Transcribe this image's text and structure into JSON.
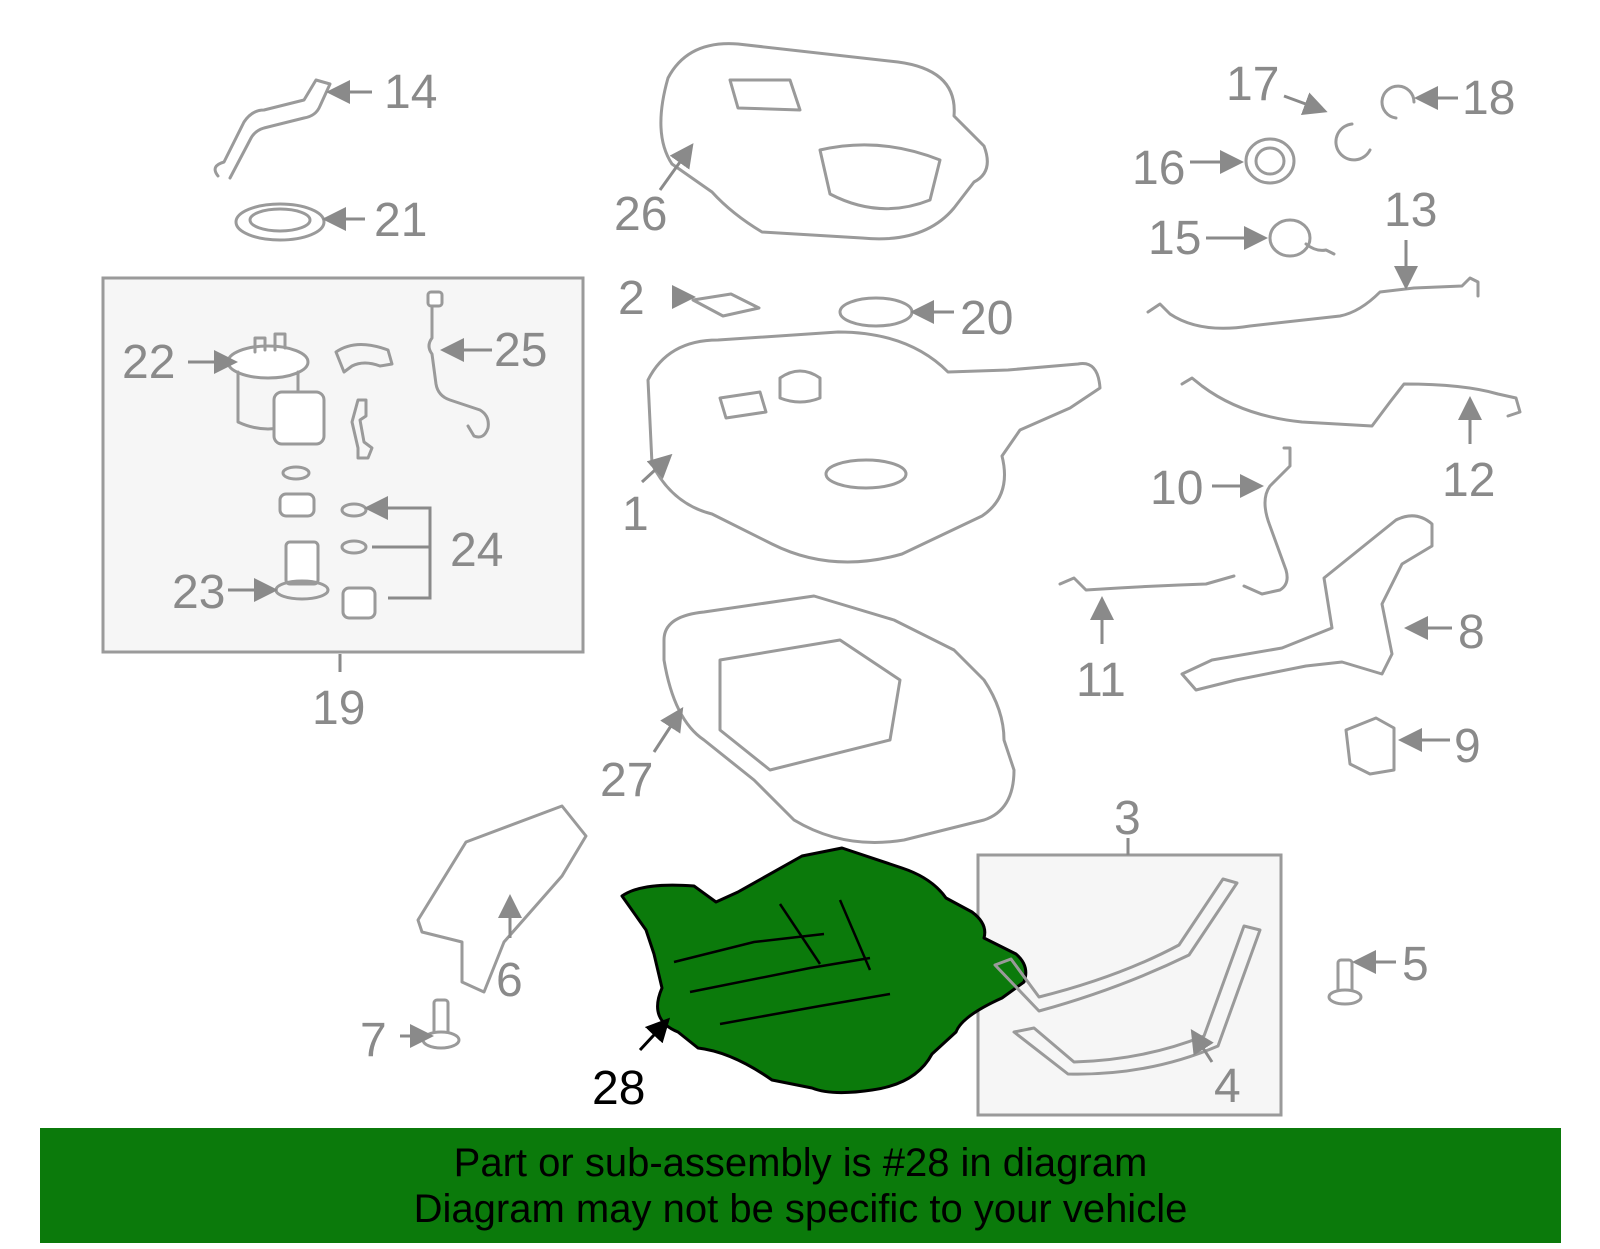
{
  "highlight_color": "#0b7a0b",
  "highlighted_part": "28",
  "callouts": {
    "c1": "1",
    "c2": "2",
    "c3": "3",
    "c4": "4",
    "c5": "5",
    "c6": "6",
    "c7": "7",
    "c8": "8",
    "c9": "9",
    "c10": "10",
    "c11": "11",
    "c12": "12",
    "c13": "13",
    "c14": "14",
    "c15": "15",
    "c16": "16",
    "c17": "17",
    "c18": "18",
    "c19": "19",
    "c20": "20",
    "c21": "21",
    "c22": "22",
    "c23": "23",
    "c24": "24",
    "c25": "25",
    "c26": "26",
    "c27": "27",
    "c28": "28"
  },
  "banner": {
    "line1": "Part or sub-assembly is #28 in diagram",
    "line2": "Diagram may not be specific to your vehicle"
  }
}
